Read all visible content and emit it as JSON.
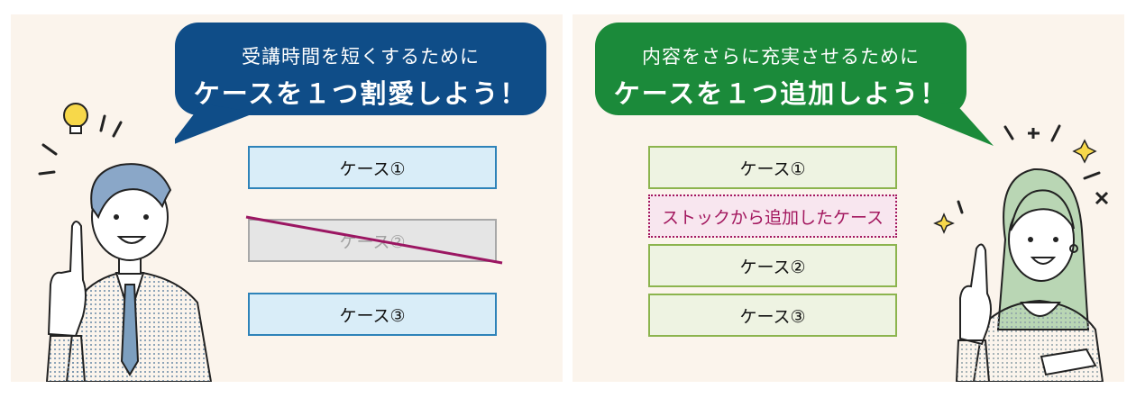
{
  "left_panel": {
    "bubble": {
      "line1": "受講時間を短くするために",
      "line2": "ケースを１つ割愛しよう！",
      "color": "#0f4d88"
    },
    "cases": [
      {
        "label": "ケース①",
        "state": "kept"
      },
      {
        "label": "ケース②",
        "state": "removed"
      },
      {
        "label": "ケース③",
        "state": "kept"
      }
    ]
  },
  "right_panel": {
    "bubble": {
      "line1": "内容をさらに充実させるために",
      "line2": "ケースを１つ追加しよう！",
      "color": "#1b8a3a"
    },
    "cases": [
      {
        "label": "ケース①",
        "state": "existing"
      },
      {
        "label": "ストックから追加したケース",
        "state": "added"
      },
      {
        "label": "ケース②",
        "state": "existing"
      },
      {
        "label": "ケース③",
        "state": "existing"
      }
    ]
  },
  "colors": {
    "panel_bg": "#fbf4ec",
    "strike_line": "#9b1662",
    "stock_text": "#a3185f"
  }
}
